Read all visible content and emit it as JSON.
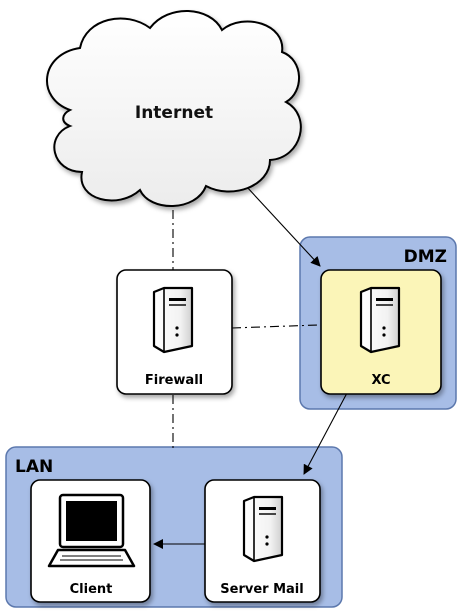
{
  "internet": {
    "label": "Internet",
    "icon": "cloud-icon"
  },
  "zones": {
    "dmz": {
      "label": "DMZ",
      "fill": "#a7bde6",
      "stroke": "#5c78ad"
    },
    "lan": {
      "label": "LAN",
      "fill": "#a7bde6",
      "stroke": "#5c78ad"
    }
  },
  "nodes": {
    "firewall": {
      "label": "Firewall",
      "icon": "server-tower-icon"
    },
    "xc": {
      "label": "XC",
      "icon": "server-tower-icon",
      "fill": "#fbf5b8"
    },
    "server_mail": {
      "label": "Server Mail",
      "icon": "server-tower-icon"
    },
    "client": {
      "label": "Client",
      "icon": "laptop-icon"
    }
  }
}
